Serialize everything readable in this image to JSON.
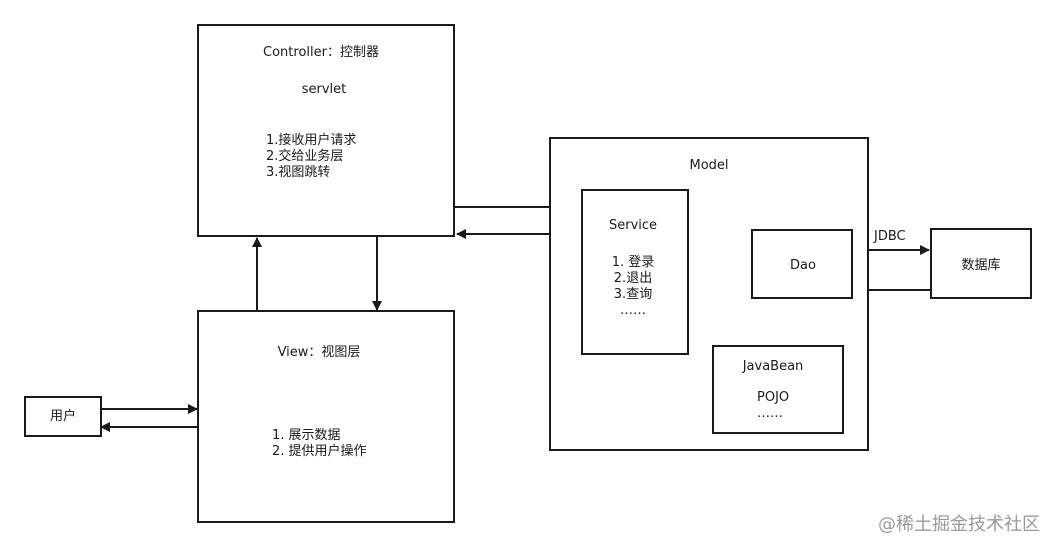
{
  "controller": {
    "title": "Controller：控制器",
    "subtitle": "servlet",
    "items": [
      "1.接收用户请求",
      "2.交给业务层",
      "3.视图跳转"
    ]
  },
  "view": {
    "title": "View：视图层",
    "items": [
      "1. 展示数据",
      "2. 提供用户操作"
    ]
  },
  "user": {
    "label": "用户"
  },
  "model": {
    "title": "Model",
    "service": {
      "title": "Service",
      "items": [
        "1. 登录",
        "2.退出",
        "3.查询",
        "……"
      ]
    },
    "dao": {
      "label": "Dao"
    },
    "javabean": {
      "title": "JavaBean",
      "subtitle": "POJO",
      "ellipsis": "……"
    }
  },
  "jdbc_label": "JDBC",
  "database": {
    "label": "数据库"
  },
  "watermark": "@稀土掘金技术社区"
}
